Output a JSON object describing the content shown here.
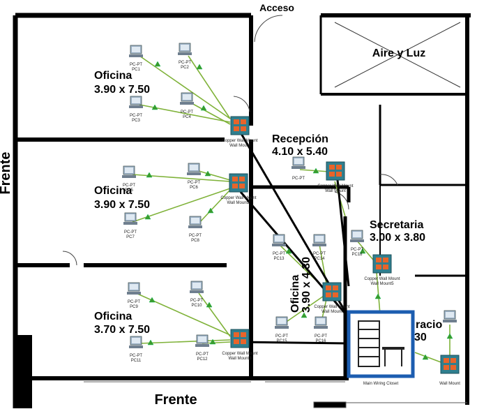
{
  "labels": {
    "top": "Acceso",
    "left": "Frente",
    "bottom": "Frente",
    "aire": "Aire y Luz"
  },
  "rooms": [
    {
      "name": "Oficina",
      "size": "3.90 x 7.50"
    },
    {
      "name": "Oficina",
      "size": "3.90 x 7.50"
    },
    {
      "name": "Oficina",
      "size": "3.70 x 7.50"
    },
    {
      "name": "Recepción",
      "size": "4.10 x 5.40"
    },
    {
      "name": "Secretaria",
      "size": "3.00 x 3.80"
    },
    {
      "name": "Oficina",
      "size": "3.90 x 4.30"
    }
  ],
  "room_partial": {
    "fragment_a": "racio",
    "fragment_b": "30"
  },
  "pcs": [
    {
      "type": "PC-PT",
      "name": "PC1"
    },
    {
      "type": "PC-PT",
      "name": "PC2"
    },
    {
      "type": "PC-PT",
      "name": "PC3"
    },
    {
      "type": "PC-PT",
      "name": "PC4"
    },
    {
      "type": "PC-PT",
      "name": "PC5"
    },
    {
      "type": "PC-PT",
      "name": "PC6"
    },
    {
      "type": "PC-PT",
      "name": "PC7"
    },
    {
      "type": "PC-PT",
      "name": "PC8"
    },
    {
      "type": "PC-PT",
      "name": "PC9"
    },
    {
      "type": "PC-PT",
      "name": "PC10"
    },
    {
      "type": "PC-PT",
      "name": "PC11"
    },
    {
      "type": "PC-PT",
      "name": "PC12"
    },
    {
      "type": "PC-PT",
      "name": "PC13"
    },
    {
      "type": "PC-PT",
      "name": "PC14"
    },
    {
      "type": "PC-PT",
      "name": "PC15"
    },
    {
      "type": "PC-PT",
      "name": "PC16"
    },
    {
      "type": "PC-PT",
      "name": "PC-PT"
    },
    {
      "type": "PC-PT",
      "name": "PC18"
    },
    {
      "type": "PC-PT",
      "name": ""
    }
  ],
  "switches": [
    {
      "line1": "Copper Wall Mount",
      "line2": "Wall Mount"
    },
    {
      "line1": "Copper Wall Mount",
      "line2": "Wall Mount2"
    },
    {
      "line1": "Copper Wall Mount",
      "line2": "Wall Mount3"
    },
    {
      "line1": "Copper Wall Mount",
      "line2": "Wall Mount"
    },
    {
      "line1": "Copper Wall Mount",
      "line2": "Wall Mount5"
    },
    {
      "line1": "Copper Wall Mount",
      "line2": "Wall Mount"
    },
    {
      "line1": "",
      "line2": "Wall Mount"
    }
  ],
  "closet": {
    "label": "Main Wiring Closet"
  },
  "colors": {
    "wall": "#000000",
    "link": "#7fb239",
    "trunk": "#000000",
    "switch_bg": "#2f7f8f",
    "port": "#e8642a",
    "closet_border": "#1c5db0"
  }
}
